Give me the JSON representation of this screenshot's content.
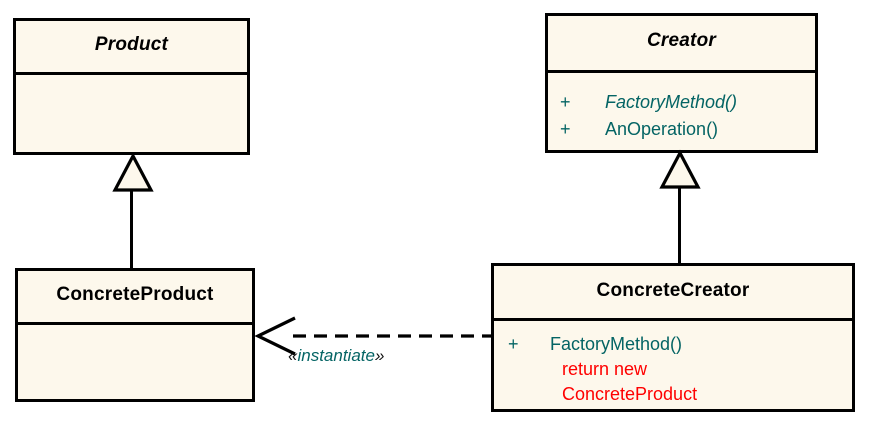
{
  "diagram": {
    "title": "Factory Method pattern UML class diagram",
    "background": "#ffffff",
    "box_fill": "#FDF8EC",
    "border_color": "#000000",
    "member_color": "#046464",
    "code_color": "#FF0000"
  },
  "classes": {
    "product": {
      "name": "Product",
      "abstract": true,
      "members": []
    },
    "creator": {
      "name": "Creator",
      "abstract": true,
      "members": [
        {
          "visibility": "+",
          "name": "FactoryMethod()",
          "abstract": true
        },
        {
          "visibility": "+",
          "name": "AnOperation()",
          "abstract": false
        }
      ]
    },
    "concrete_product": {
      "name": "ConcreteProduct",
      "abstract": false,
      "members": []
    },
    "concrete_creator": {
      "name": "ConcreteCreator",
      "abstract": false,
      "members": [
        {
          "visibility": "+",
          "name": "FactoryMethod()",
          "abstract": false
        }
      ],
      "code_lines": [
        "return new",
        "ConcreteProduct"
      ]
    }
  },
  "relations": {
    "product_generalization": {
      "kind": "generalization",
      "from": "ConcreteProduct",
      "to": "Product"
    },
    "creator_generalization": {
      "kind": "generalization",
      "from": "ConcreteCreator",
      "to": "Creator"
    },
    "instantiate_dependency": {
      "kind": "dependency",
      "from": "ConcreteCreator",
      "to": "ConcreteProduct",
      "guillemet_open": "«",
      "guillemet_close": "»",
      "stereotype": "instantiate"
    }
  }
}
